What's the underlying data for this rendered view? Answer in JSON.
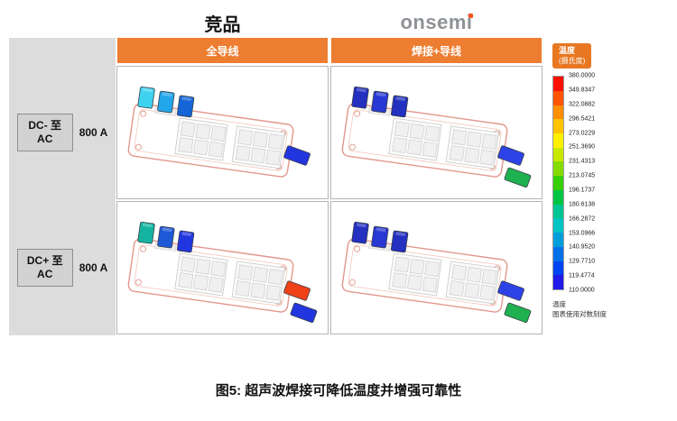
{
  "header": {
    "competitor": "竞品",
    "brand": "onsemi"
  },
  "grid": {
    "col_headers": [
      "全导线",
      "焊接+导线"
    ],
    "rows": [
      {
        "label": "DC- 至 AC",
        "current": "800 A"
      },
      {
        "label": "DC+ 至 AC",
        "current": "800 A"
      }
    ]
  },
  "modules": [
    {
      "name": "competitor-allwire-dcminus",
      "left_terminals": [
        "#3fd2f0",
        "#22a6ea",
        "#1565d8"
      ],
      "right_terminals": [
        "#2236e0"
      ]
    },
    {
      "name": "onsemi-weld-wire-dcminus",
      "left_terminals": [
        "#2330c0",
        "#2838d2",
        "#2330c0"
      ],
      "right_terminals": [
        "#2d43e8",
        "#1fb050"
      ]
    },
    {
      "name": "competitor-allwire-dcplus",
      "left_terminals": [
        "#14b4a0",
        "#1d59d6",
        "#2236e0"
      ],
      "right_terminals": [
        "#ef4018",
        "#2236e0"
      ]
    },
    {
      "name": "onsemi-weld-wire-dcplus",
      "left_terminals": [
        "#2330c0",
        "#2838d2",
        "#2330c0"
      ],
      "right_terminals": [
        "#2d43e8",
        "#1fb050"
      ]
    }
  ],
  "legend": {
    "title": "温度",
    "subtitle": "(摄氏度)",
    "values": [
      "380.0000",
      "349.8347",
      "322.0882",
      "296.5421",
      "273.0229",
      "251.3690",
      "231.4313",
      "213.0745",
      "196.1737",
      "180.6138",
      "166.2872",
      "153.0966",
      "140.9520",
      "129.7710",
      "119.4774",
      "110.0000"
    ],
    "colors": [
      "#fb0f00",
      "#ff5400",
      "#ff8e00",
      "#ffc300",
      "#fef000",
      "#c9e800",
      "#86dc00",
      "#37cf06",
      "#00c443",
      "#00c593",
      "#00c3c3",
      "#009ed8",
      "#0070e8",
      "#0043f0",
      "#1f1ae8"
    ],
    "footer_title": "温度",
    "footer_note": "图表使用对数刻度"
  },
  "caption": "图5: 超声波焊接可降低温度并增强可靠性",
  "colors": {
    "accent_orange": "#ed7d31",
    "legend_orange": "#e87722",
    "brand_grey": "#8e9296",
    "logo_dot_orange": "#f3551e",
    "label_grey": "#dcdcdc",
    "module_outline": "#e2988c"
  }
}
